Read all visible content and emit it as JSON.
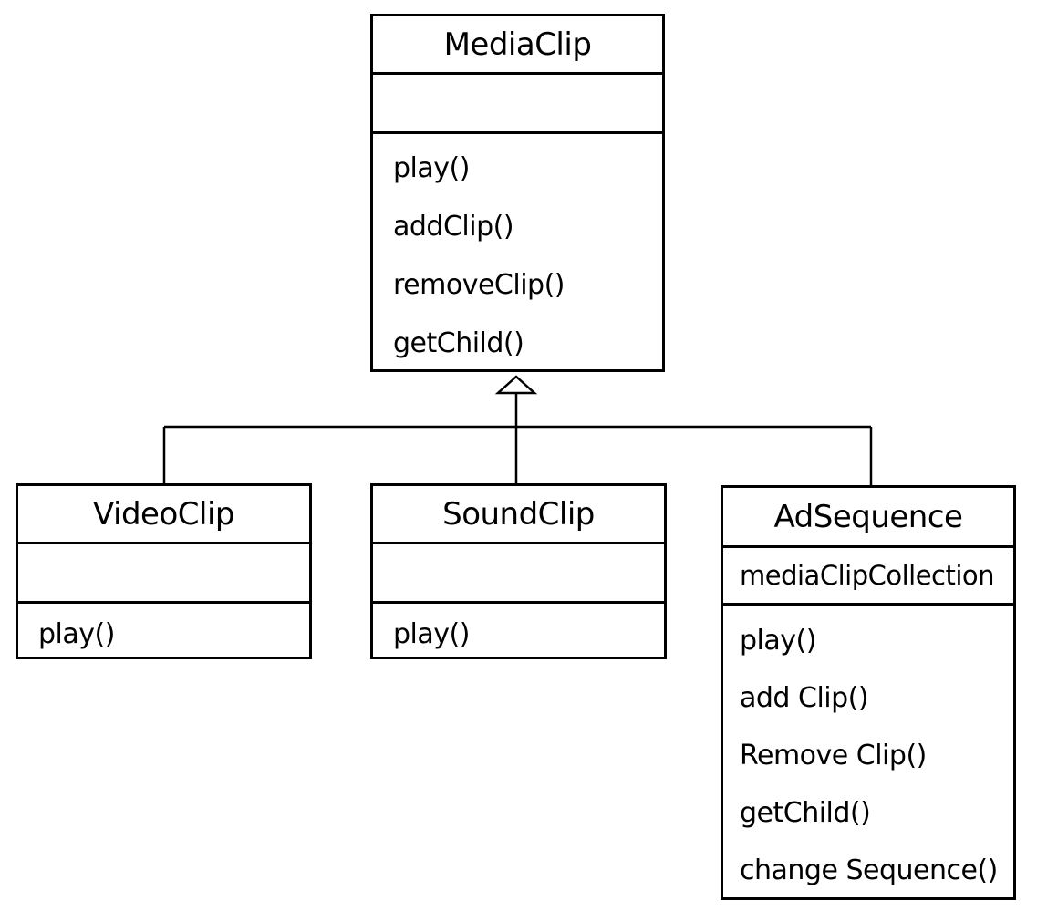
{
  "classes": [
    {
      "id": "mediaclip",
      "name": "MediaClip",
      "attributes": [],
      "methods": [
        "play()",
        "addClip()",
        "removeClip()",
        "getChild()"
      ]
    },
    {
      "id": "videoclip",
      "name": "VideoClip",
      "attributes": [],
      "methods": [
        "play()"
      ]
    },
    {
      "id": "soundclip",
      "name": "SoundClip",
      "attributes": [],
      "methods": [
        "play()"
      ]
    },
    {
      "id": "adsequence",
      "name": "AdSequence",
      "attributes": [
        "mediaClipCollection"
      ],
      "methods": [
        "play()",
        "add Clip()",
        "Remove Clip()",
        "getChild()",
        "change Sequence()"
      ]
    }
  ],
  "relationships": [
    {
      "type": "generalization",
      "from": "VideoClip",
      "to": "MediaClip"
    },
    {
      "type": "generalization",
      "from": "SoundClip",
      "to": "MediaClip"
    },
    {
      "type": "generalization",
      "from": "AdSequence",
      "to": "MediaClip"
    }
  ]
}
